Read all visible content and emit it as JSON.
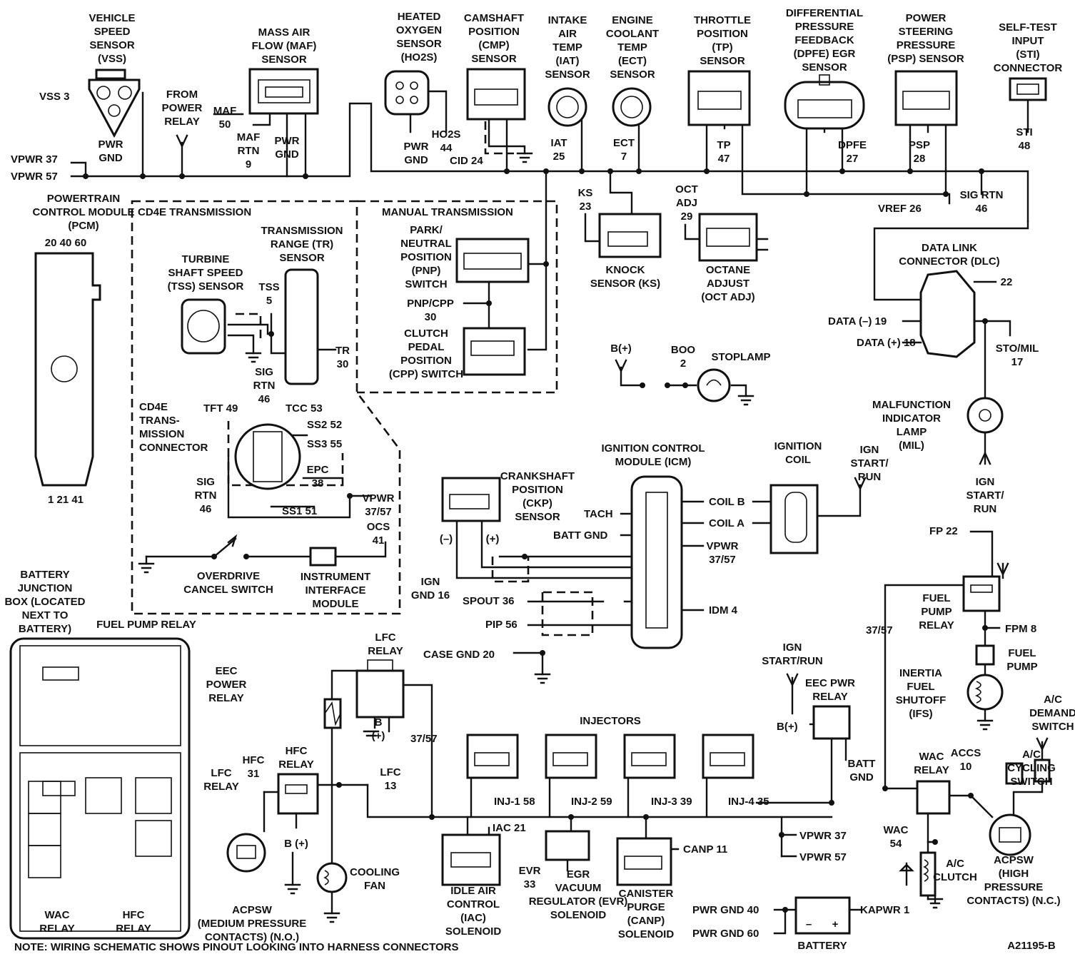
{
  "labels": {
    "vss_title": [
      "VEHICLE",
      "SPEED",
      "SENSOR",
      "(VSS)"
    ],
    "vss3": "VSS 3",
    "pwr_gnd": [
      "PWR",
      "GND"
    ],
    "maf_title": [
      "MASS AIR",
      "FLOW (MAF)",
      "SENSOR"
    ],
    "from_power_relay": [
      "FROM",
      "POWER",
      "RELAY"
    ],
    "maf50": [
      "MAF",
      "50"
    ],
    "maf_rtn": [
      "MAF",
      "RTN",
      "9"
    ],
    "ho2s_title": [
      "HEATED",
      "OXYGEN",
      "SENSOR",
      "(HO2S)"
    ],
    "ho2s44": [
      "HO2S",
      "44"
    ],
    "cmp_title": [
      "CAMSHAFT",
      "POSITION",
      "(CMP)",
      "SENSOR"
    ],
    "cid24": "CID 24",
    "iat_title": [
      "INTAKE",
      "AIR",
      "TEMP",
      "(IAT)",
      "SENSOR"
    ],
    "iat25": [
      "IAT",
      "25"
    ],
    "ect_title": [
      "ENGINE",
      "COOLANT",
      "TEMP",
      "(ECT)",
      "SENSOR"
    ],
    "ect7": [
      "ECT",
      "7"
    ],
    "tp_title": [
      "THROTTLE",
      "POSITION",
      "(TP)",
      "SENSOR"
    ],
    "tp47": [
      "TP",
      "47"
    ],
    "dpfe_title": [
      "DIFFERENTIAL",
      "PRESSURE",
      "FEEDBACK",
      "(DPFE) EGR",
      "SENSOR"
    ],
    "dpfe27": [
      "DPFE",
      "27"
    ],
    "psp_title": [
      "POWER",
      "STEERING",
      "PRESSURE",
      "(PSP) SENSOR"
    ],
    "psp28": [
      "PSP",
      "28"
    ],
    "sti_title": [
      "SELF-TEST",
      "INPUT",
      "(STI)",
      "CONNECTOR"
    ],
    "sti48": [
      "STI",
      "48"
    ],
    "vpwr37": "VPWR 37",
    "vpwr57": "VPWR 57",
    "pcm_title": [
      "POWERTRAIN",
      "CONTROL MODULE",
      "(PCM)"
    ],
    "pcm_top_pins": "20  40  60",
    "pcm_bottom_pins": "1  21  41",
    "cd4e_transmission": "CD4E TRANSMISSION",
    "manual_transmission": "MANUAL TRANSMISSION",
    "tr_title": [
      "TRANSMISSION",
      "RANGE (TR)",
      "SENSOR"
    ],
    "tss_title": [
      "TURBINE",
      "SHAFT SPEED",
      "(TSS) SENSOR"
    ],
    "tss5": [
      "TSS",
      "5"
    ],
    "tr30": [
      "TR",
      "30"
    ],
    "sig_rtn46_a": [
      "SIG",
      "RTN",
      "46"
    ],
    "pnp_title": [
      "PARK/",
      "NEUTRAL",
      "POSITION",
      "(PNP)",
      "SWITCH"
    ],
    "pnp_cpp30": [
      "PNP/CPP",
      "30"
    ],
    "cpp_title": [
      "CLUTCH",
      "PEDAL",
      "POSITION",
      "(CPP) SWITCH"
    ],
    "ks23": [
      "KS",
      "23"
    ],
    "ks_title": [
      "KNOCK",
      "SENSOR (KS)"
    ],
    "oct_adj29": [
      "OCT",
      "ADJ",
      "29"
    ],
    "oct_title": [
      "OCTANE",
      "ADJUST",
      "(OCT ADJ)"
    ],
    "sig_rtn46_b": [
      "SIG RTN",
      "46"
    ],
    "vref26": "VREF 26",
    "dlc_title": [
      "DATA LINK",
      "CONNECTOR (DLC)"
    ],
    "dlc22": "22",
    "data_neg19": "DATA (–) 19",
    "data_pos18": "DATA (+) 18",
    "sto_mil17": [
      "STO/MIL",
      "17"
    ],
    "bplus": "B(+)",
    "boo2": [
      "BOO",
      "2"
    ],
    "stoplamp": "STOPLAMP",
    "mil_title": [
      "MALFUNCTION",
      "INDICATOR",
      "LAMP",
      "(MIL)"
    ],
    "ign_start_run_mil": [
      "IGN",
      "START/",
      "RUN"
    ],
    "cd4e_conn_title": [
      "CD4E",
      "TRANS-",
      "MISSION",
      "CONNECTOR"
    ],
    "tft49": "TFT 49",
    "tcc53": "TCC 53",
    "ss2_52": "SS2 52",
    "ss3_55": "SS3 55",
    "epc38": [
      "EPC",
      "38"
    ],
    "sig_rtn46_c": [
      "SIG",
      "RTN",
      "46"
    ],
    "ss1_51": "SS1 51",
    "vpwr3757_a": [
      "VPWR",
      "37/57"
    ],
    "ocs41": [
      "OCS",
      "41"
    ],
    "overdrive_cancel": [
      "OVERDRIVE",
      "CANCEL SWITCH"
    ],
    "iim_title": [
      "INSTRUMENT",
      "INTERFACE",
      "MODULE"
    ],
    "icm_title": [
      "IGNITION CONTROL",
      "MODULE (ICM)"
    ],
    "ckp_title": [
      "CRANKSHAFT",
      "POSITION",
      "(CKP)",
      "SENSOR"
    ],
    "ckp_neg": "(–)",
    "ckp_pos": "(+)",
    "tach": "TACH",
    "batt_gnd": "BATT GND",
    "coil_b": "COIL B",
    "coil_a": "COIL A",
    "vpwr3757_b": [
      "VPWR",
      "37/57"
    ],
    "idm4": "IDM 4",
    "ign_gnd16": [
      "IGN",
      "GND 16"
    ],
    "spout36": "SPOUT 36",
    "pip56": "PIP 56",
    "case_gnd20": "CASE GND 20",
    "ignition_coil": [
      "IGNITION",
      "COIL"
    ],
    "ign_start_run_coil": [
      "IGN",
      "START/",
      "RUN"
    ],
    "fp22": "FP 22",
    "fuel_pump_relay": [
      "FUEL",
      "PUMP",
      "RELAY"
    ],
    "fpm8": "FPM 8",
    "fuel_pump": [
      "FUEL",
      "PUMP"
    ],
    "ifs_title": [
      "INERTIA",
      "FUEL",
      "SHUTOFF",
      "(IFS)"
    ],
    "v3757": "37/57",
    "ac_demand": [
      "A/C",
      "DEMAND",
      "SWITCH"
    ],
    "bjb_title": [
      "BATTERY",
      "JUNCTION",
      "BOX (LOCATED",
      "NEXT TO",
      "BATTERY)"
    ],
    "fuel_pump_relay_bjb": "FUEL PUMP RELAY",
    "eec_power_relay": [
      "EEC",
      "POWER",
      "RELAY"
    ],
    "lfc_relay_bjb": [
      "LFC",
      "RELAY"
    ],
    "wac_relay_bjb": [
      "WAC",
      "RELAY"
    ],
    "hfc_relay_bjb": [
      "HFC",
      "RELAY"
    ],
    "lfc_relay": [
      "LFC",
      "RELAY"
    ],
    "b_plus_paren": [
      "B",
      "(+)"
    ],
    "lfc13": [
      "LFC",
      "13"
    ],
    "v3757_b": "37/57",
    "hfc31": [
      "HFC",
      "31"
    ],
    "hfc_relay": [
      "HFC",
      "RELAY"
    ],
    "b_plus_hfc": "B (+)",
    "acpsw_medium": [
      "ACPSW",
      "(MEDIUM PRESSURE",
      "CONTACTS) (N.O.)"
    ],
    "cooling_fan": [
      "COOLING",
      "FAN"
    ],
    "injectors": "INJECTORS",
    "inj1": "INJ-1 58",
    "inj2": "INJ-2 59",
    "inj3": "INJ-3 39",
    "inj4": "INJ-4 35",
    "iac21": "IAC 21",
    "iac_title": [
      "IDLE AIR",
      "CONTROL",
      "(IAC)",
      "SOLENOID"
    ],
    "evr33": [
      "EVR",
      "33"
    ],
    "evr_title": [
      "EGR",
      "VACUUM",
      "REGULATOR (EVR)",
      "SOLENOID"
    ],
    "canp11": "CANP 11",
    "canp_title": [
      "CANISTER",
      "PURGE",
      "(CANP)",
      "SOLENOID"
    ],
    "vpwr37_b": "VPWR 37",
    "vpwr57_b": "VPWR 57",
    "ign_start_run_eec": [
      "IGN",
      "START/RUN"
    ],
    "eec_pwr_relay": [
      "EEC PWR",
      "RELAY"
    ],
    "bplus_eec": "B(+)",
    "batt_gnd_eec": [
      "BATT",
      "GND"
    ],
    "wac_relay": [
      "WAC",
      "RELAY"
    ],
    "accs10": [
      "ACCS",
      "10"
    ],
    "ac_cycling": [
      "A/C",
      "CYCLING",
      "SWITCH"
    ],
    "wac54": [
      "WAC",
      "54"
    ],
    "ac_clutch": [
      "A/C",
      "CLUTCH"
    ],
    "acpsw_high": [
      "ACPSW",
      "(HIGH",
      "PRESSURE",
      "CONTACTS) (N.C.)"
    ],
    "pwr_gnd40": "PWR GND 40",
    "pwr_gnd60": "PWR GND 60",
    "kapwr1": "KAPWR 1",
    "battery": "BATTERY",
    "battery_neg": "–",
    "battery_pos": "+",
    "figure_id": "A21195-B",
    "note": "NOTE: WIRING SCHEMATIC SHOWS PINOUT LOOKING INTO HARNESS CONNECTORS"
  }
}
